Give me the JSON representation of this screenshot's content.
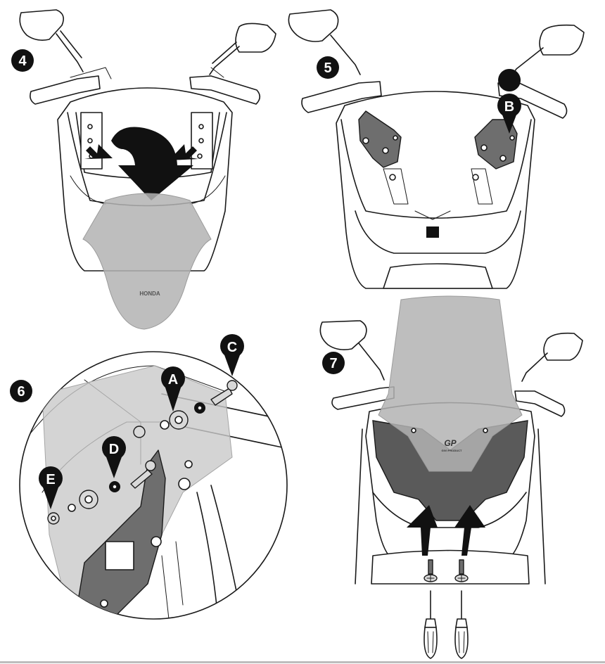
{
  "steps": {
    "step4": {
      "number": "4"
    },
    "step5": {
      "number": "5",
      "callout": "B"
    },
    "step6": {
      "number": "6",
      "callouts": {
        "a": "A",
        "c": "C",
        "d": "D",
        "e": "E"
      }
    },
    "step7": {
      "number": "7"
    }
  },
  "brand_marks": {
    "honda": "HONDA",
    "gp_logo": "GP",
    "gp_sub": "GIVI PRODUCT"
  },
  "icons": {
    "mirror": "mirror-icon",
    "arrow": "curved-arrow-icon",
    "screw": "screw-icon",
    "screwdriver": "screwdriver-icon"
  },
  "colors": {
    "ink": "#1a1a1a",
    "badge": "#111111",
    "windscreen": "#b3b3b3",
    "bracket": "#6e6e6e",
    "deflector": "#5a5a5a"
  }
}
